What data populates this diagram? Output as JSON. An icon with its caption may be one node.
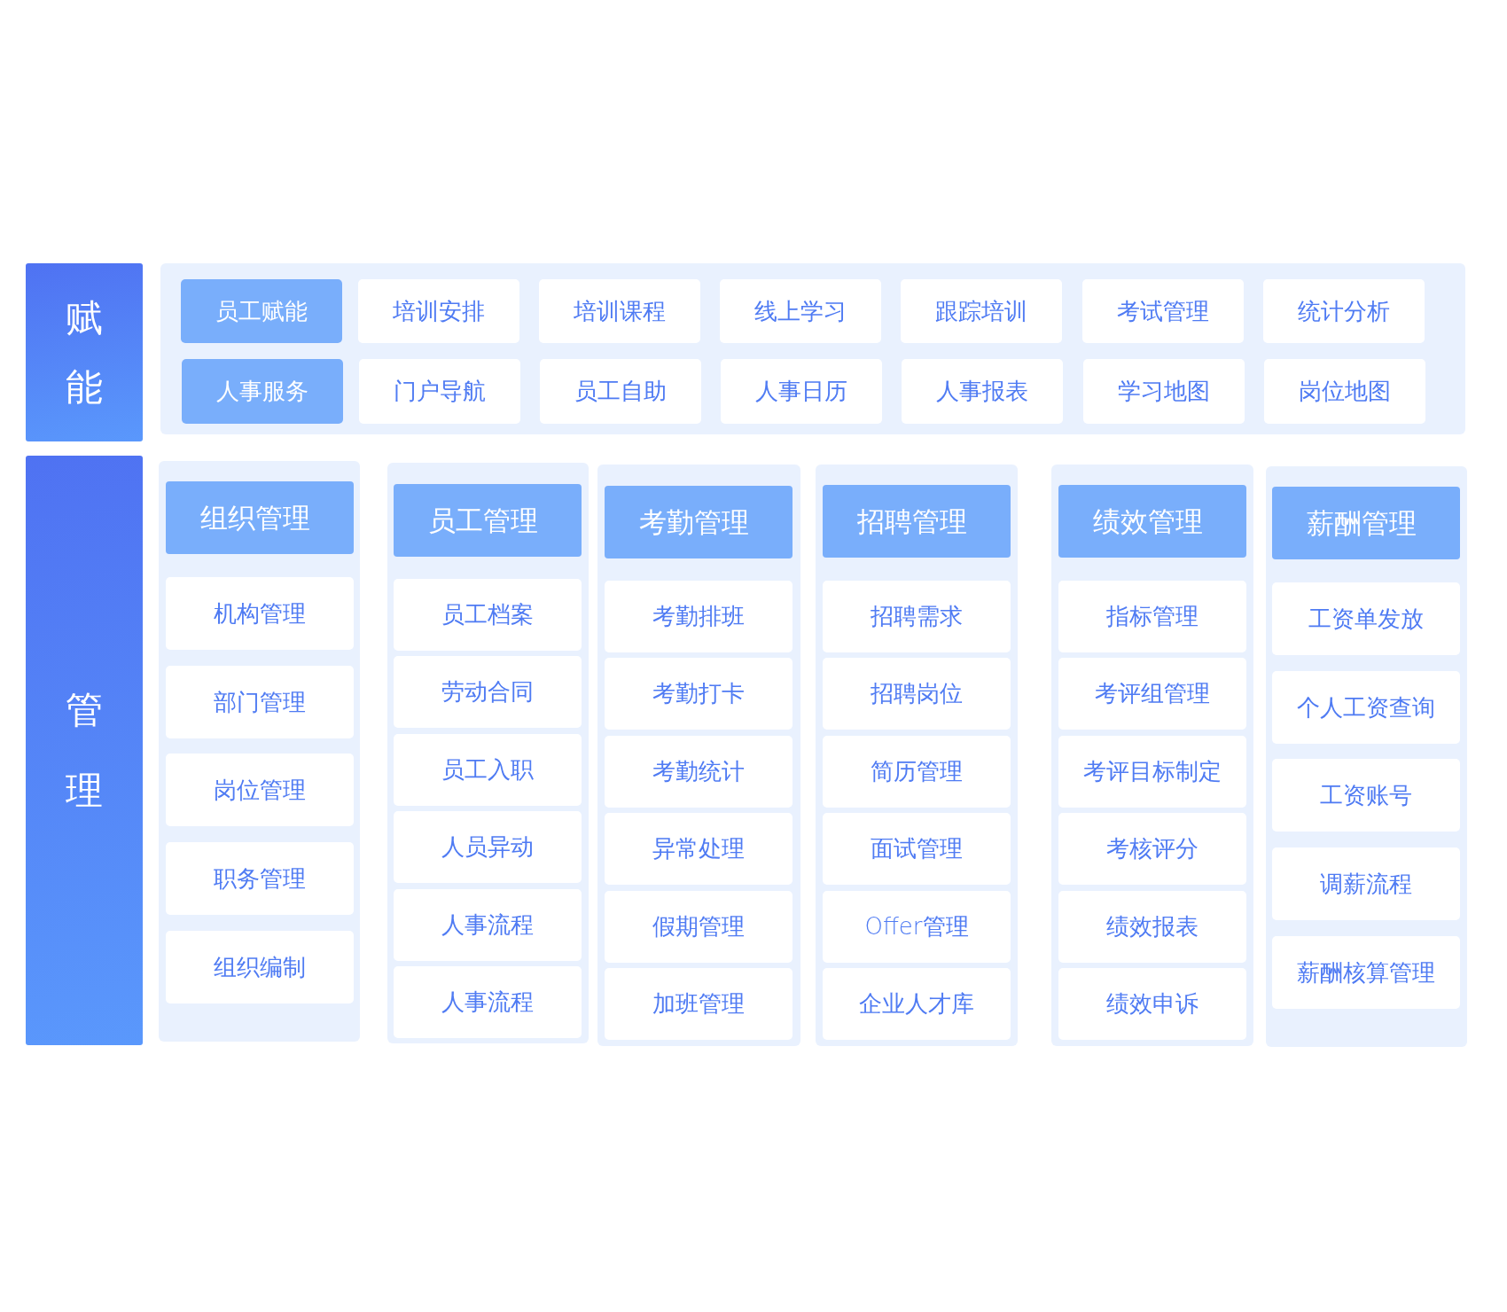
{
  "diagram": {
    "nodes": [
      {
        "text": [
          "赋能"
        ]
      },
      {
        "text": [],
        "shape": "box"
      },
      {
        "text": [
          "员工赋能"
        ],
        "in": 1
      },
      {
        "text": [
          "培训安排"
        ],
        "in": 1
      },
      {
        "text": [
          "培训课程"
        ],
        "in": 1
      },
      {
        "text": [
          "线上学习"
        ],
        "in": 1
      },
      {
        "text": [
          "跟踪培训"
        ],
        "in": 1
      },
      {
        "text": [
          "考试管理"
        ],
        "in": 1
      },
      {
        "text": [
          "统计分析"
        ],
        "in": 1
      },
      {
        "text": [
          "人事服务"
        ],
        "in": 1
      },
      {
        "text": [
          "门户导航"
        ],
        "in": 1
      },
      {
        "text": [
          "员工自助"
        ],
        "in": 1
      },
      {
        "text": [
          "人事日历"
        ],
        "in": 1
      },
      {
        "text": [
          "人事报表"
        ],
        "in": 1
      },
      {
        "text": [
          "学习地图"
        ],
        "in": 1
      },
      {
        "text": [
          "岗位地图"
        ],
        "in": 1
      },
      {
        "text": [
          "管理"
        ]
      },
      {
        "text": [],
        "shape": "box"
      },
      {
        "text": [
          "组织管理"
        ],
        "in": 17
      },
      {
        "text": [
          "机构管理"
        ],
        "in": 17
      },
      {
        "text": [
          "部门管理"
        ],
        "in": 17
      },
      {
        "text": [
          "岗位管理"
        ],
        "in": 17
      },
      {
        "text": [
          "职务管理"
        ],
        "in": 17
      },
      {
        "text": [
          "组织编制"
        ],
        "in": 17
      },
      {
        "text": [],
        "shape": "box"
      },
      {
        "text": [
          "员工管理"
        ],
        "in": 24
      },
      {
        "text": [
          "员工档案"
        ],
        "in": 24
      },
      {
        "text": [
          "劳动合同"
        ],
        "in": 24
      },
      {
        "text": [
          "员工入职"
        ],
        "in": 24
      },
      {
        "text": [
          "人员异动"
        ],
        "in": 24
      },
      {
        "text": [
          "人事流程"
        ],
        "in": 24
      },
      {
        "text": [
          "人事流程"
        ],
        "in": 24
      },
      {
        "text": [],
        "shape": "box"
      },
      {
        "text": [
          "考勤管理"
        ],
        "in": 32
      },
      {
        "text": [
          "考勤排班"
        ],
        "in": 32
      },
      {
        "text": [
          "考勤打卡"
        ],
        "in": 32
      },
      {
        "text": [
          "考勤统计"
        ],
        "in": 32
      },
      {
        "text": [
          "异常处理"
        ],
        "in": 32
      },
      {
        "text": [
          "假期管理"
        ],
        "in": 32
      },
      {
        "text": [
          "加班管理"
        ],
        "in": 32
      },
      {
        "text": [],
        "shape": "box"
      },
      {
        "text": [
          "招聘管理"
        ],
        "in": 40
      },
      {
        "text": [
          "招聘需求"
        ],
        "in": 40
      },
      {
        "text": [
          "招聘岗位"
        ],
        "in": 40
      },
      {
        "text": [
          "简历管理"
        ],
        "in": 40
      },
      {
        "text": [
          "面试管理"
        ],
        "in": 40
      },
      {
        "text": [
          "Offer管理"
        ],
        "in": 40
      },
      {
        "text": [
          "企业人才库"
        ],
        "in": 40
      },
      {
        "text": [],
        "shape": "box"
      },
      {
        "text": [
          "绩效管理"
        ],
        "in": 48
      },
      {
        "text": [
          "指标管理"
        ],
        "in": 48
      },
      {
        "text": [
          "考评组管理"
        ],
        "in": 48
      },
      {
        "text": [
          "考评目标制定"
        ],
        "in": 48
      },
      {
        "text": [
          "考核评分"
        ],
        "in": 48
      },
      {
        "text": [
          "绩效报表"
        ],
        "in": 48
      },
      {
        "text": [
          "绩效申诉"
        ],
        "in": 48
      },
      {
        "text": [],
        "shape": "box"
      },
      {
        "text": [
          "薪酬管理"
        ],
        "in": 56
      },
      {
        "text": [
          "工资单发放"
        ],
        "in": 56
      },
      {
        "text": [
          "个人工资查询"
        ],
        "in": 56
      },
      {
        "text": [
          "工资账号"
        ],
        "in": 56
      },
      {
        "text": [
          "调薪流程"
        ],
        "in": 56
      },
      {
        "text": [
          "薪酬核算管理"
        ],
        "in": 56
      }
    ]
  }
}
